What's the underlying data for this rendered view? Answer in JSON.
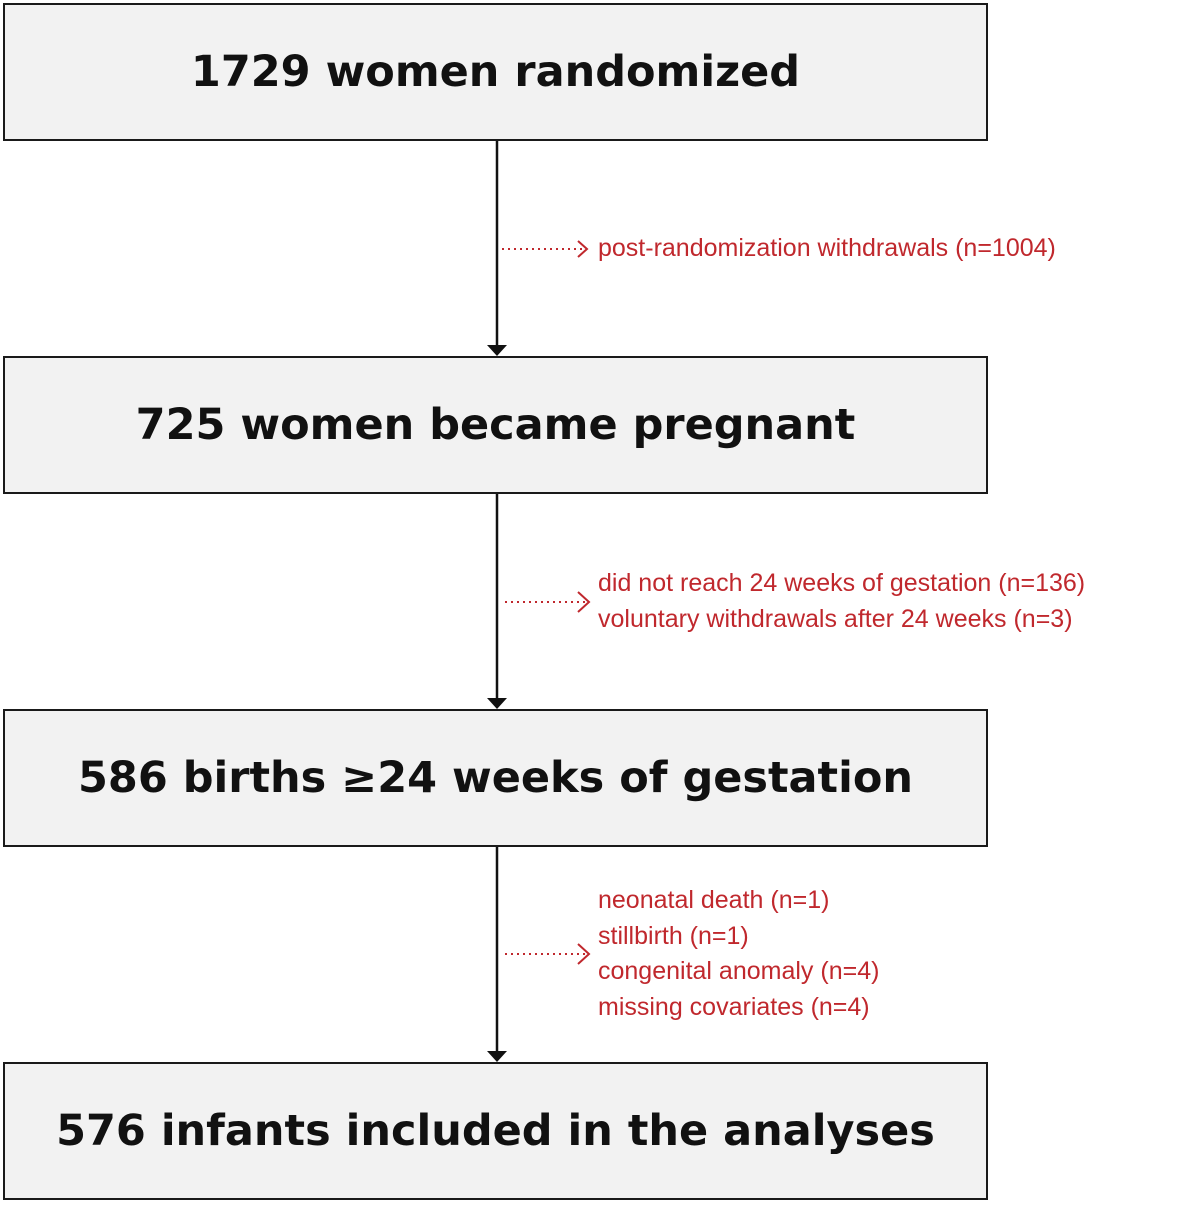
{
  "boxes": [
    {
      "label": "1729 women randomized"
    },
    {
      "label": "725 women became pregnant"
    },
    {
      "label": "586 births ≥24 weeks of gestation"
    },
    {
      "label": "576 infants included in the analyses"
    }
  ],
  "exclusions": [
    {
      "lines": [
        "post-randomization withdrawals (n=1004)"
      ]
    },
    {
      "lines": [
        "did not reach 24 weeks of gestation (n=136)",
        "voluntary withdrawals after 24 weeks (n=3)"
      ]
    },
    {
      "lines": [
        "neonatal death (n=1)",
        "stillbirth (n=1)",
        "congenital anomaly (n=4)",
        "missing covariates (n=4)"
      ]
    }
  ],
  "colors": {
    "box_fill": "#f2f2f2",
    "box_border": "#1a1a1a",
    "exclusion_text": "#c0282d",
    "arrow": "#111111"
  }
}
